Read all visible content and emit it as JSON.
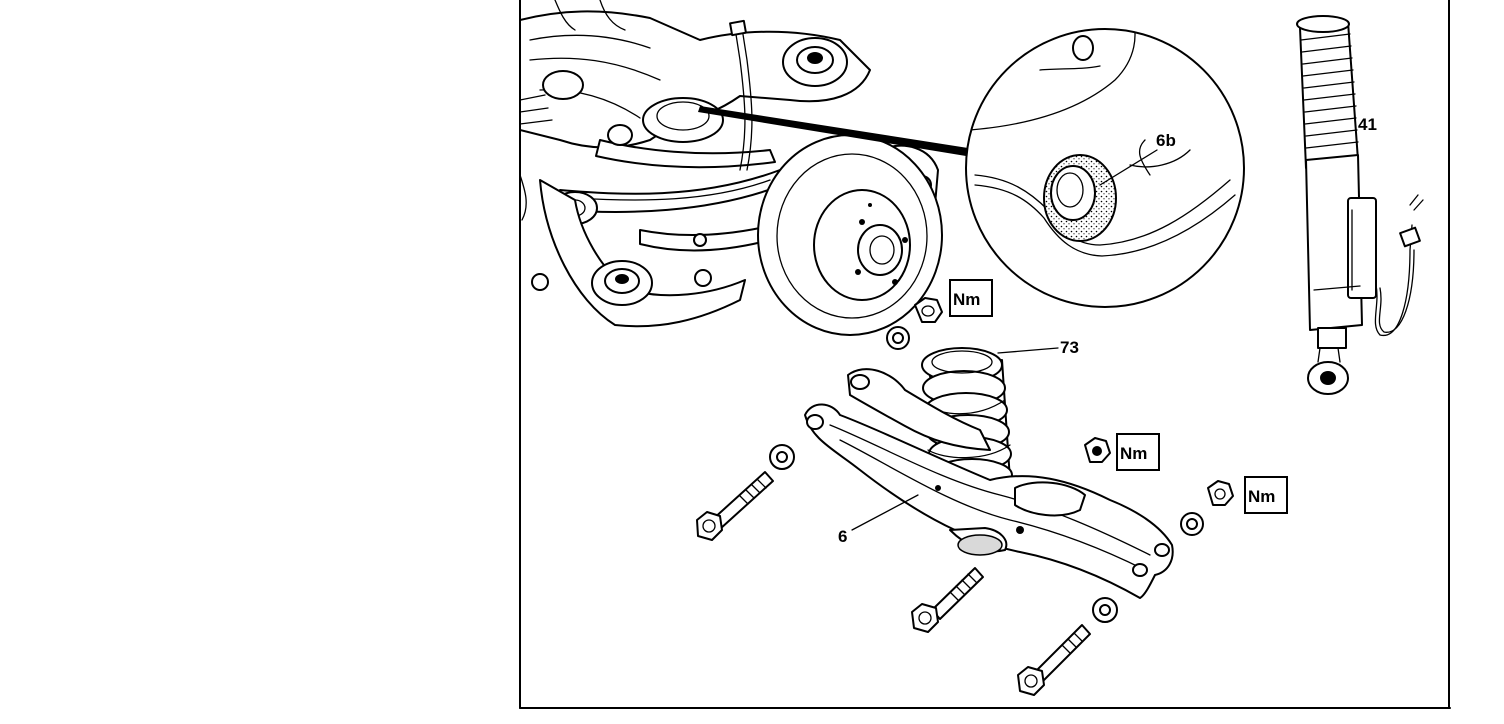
{
  "diagram": {
    "callouts": {
      "part_6": "6",
      "part_6b": "6b",
      "part_73": "73",
      "part_41": "41"
    },
    "torque_symbol": "Nm"
  }
}
